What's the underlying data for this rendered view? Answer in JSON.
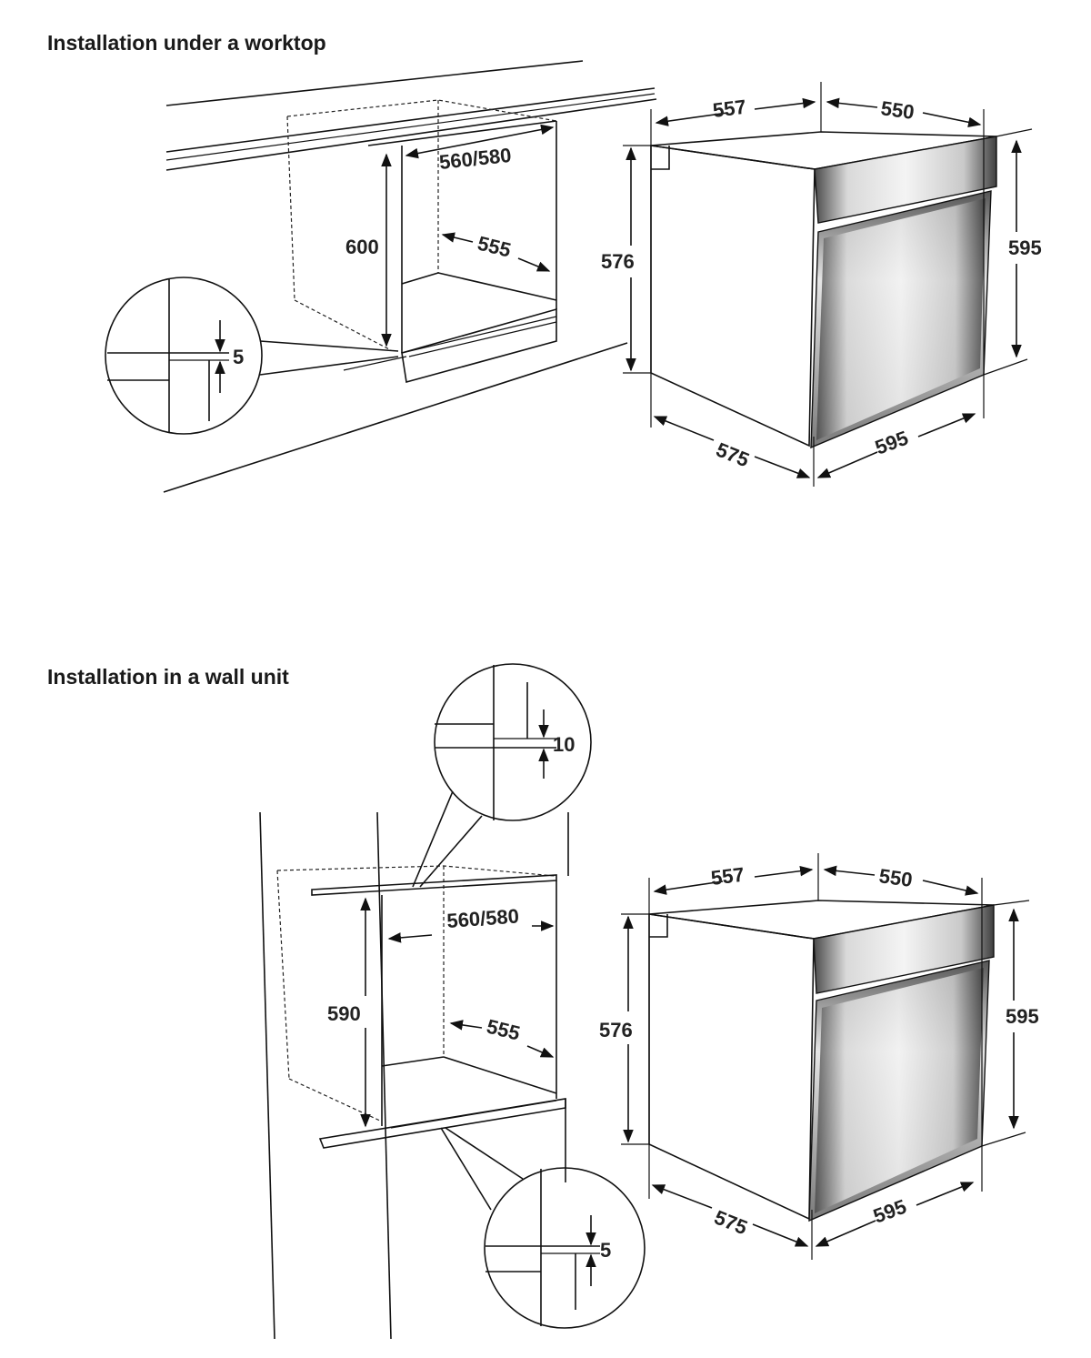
{
  "sections": {
    "top": {
      "title": "Installation under a worktop"
    },
    "bottom": {
      "title": "Installation in a wall unit"
    }
  },
  "top": {
    "niche": {
      "width": "560/580",
      "height": "600",
      "depth": "555",
      "gap": "5"
    },
    "oven": {
      "top_depth": "557",
      "top_width": "550",
      "body_height": "576",
      "front_height": "595",
      "bottom_depth": "575",
      "bottom_width": "595"
    }
  },
  "bottom": {
    "niche": {
      "width": "560/580",
      "height": "590",
      "depth": "555",
      "gap_top": "10",
      "gap_bottom": "5"
    },
    "oven": {
      "top_depth": "557",
      "top_width": "550",
      "body_height": "576",
      "front_height": "595",
      "bottom_depth": "575",
      "bottom_width": "595"
    }
  }
}
